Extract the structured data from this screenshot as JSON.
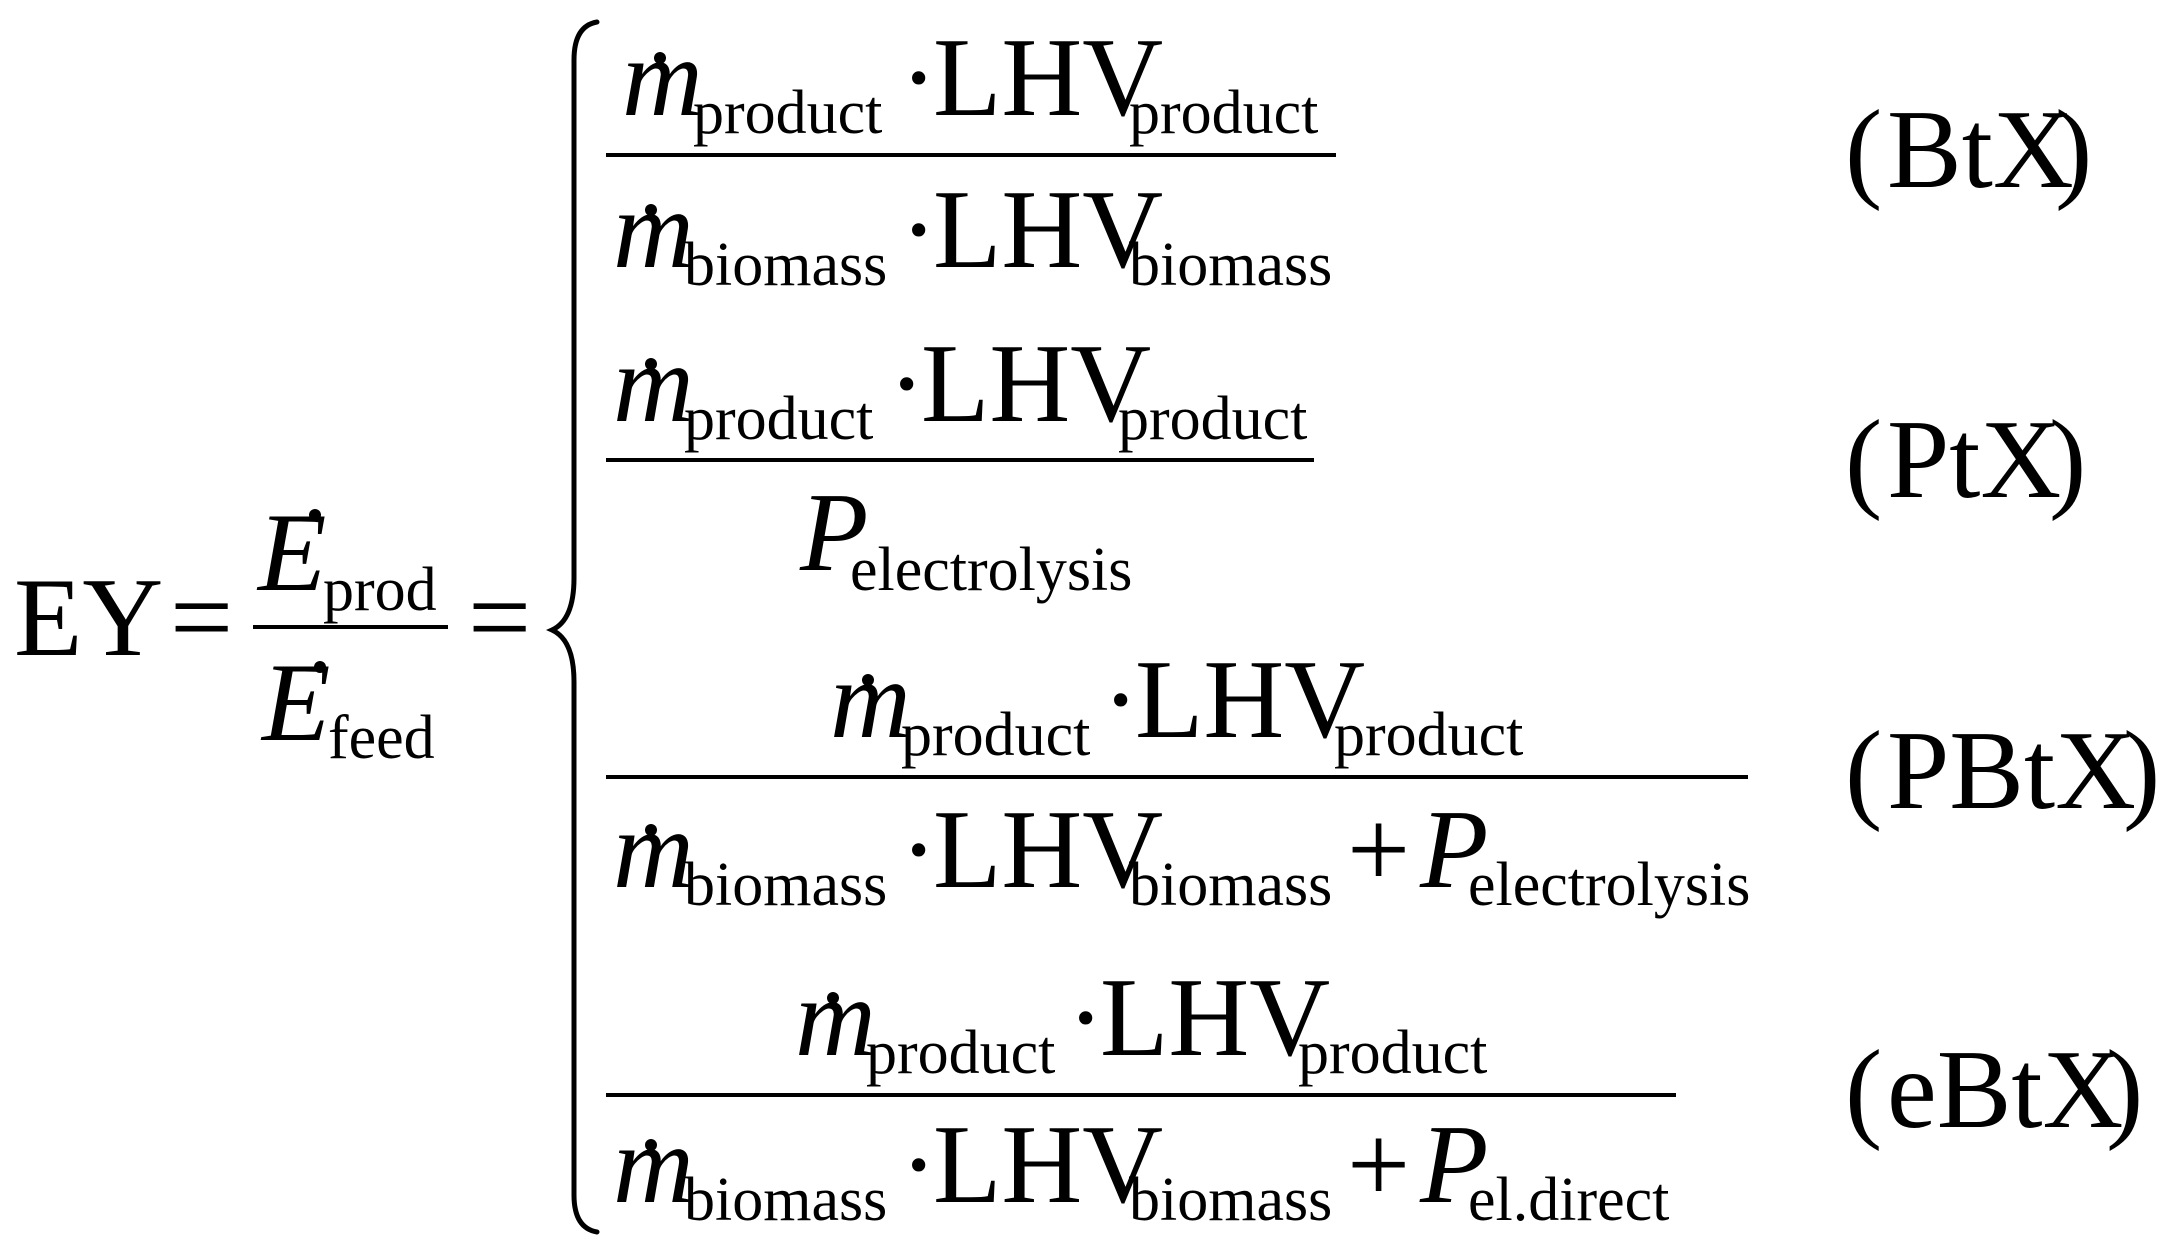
{
  "equation": {
    "lhs": "EY",
    "equals": "=",
    "ratio": {
      "num_symbol": "E",
      "num_sub": "prod",
      "den_symbol": "E",
      "den_sub": "feed"
    },
    "cases": [
      {
        "numerator": {
          "m": "m",
          "m_sub": "product",
          "dot": "·",
          "lhv": "LHV",
          "lhv_sub": "product"
        },
        "denominator": {
          "m": "m",
          "m_sub": "biomass",
          "dot": "·",
          "lhv": "LHV",
          "lhv_sub": "biomass"
        },
        "label": "BtX"
      },
      {
        "numerator": {
          "m": "m",
          "m_sub": "product",
          "dot": "·",
          "lhv": "LHV",
          "lhv_sub": "product"
        },
        "denominator": {
          "p": "P",
          "p_sub": "electrolysis"
        },
        "label": "PtX"
      },
      {
        "numerator": {
          "m": "m",
          "m_sub": "product",
          "dot": "·",
          "lhv": "LHV",
          "lhv_sub": "product"
        },
        "denominator": {
          "m": "m",
          "m_sub": "biomass",
          "dot": "·",
          "lhv": "LHV",
          "lhv_sub": "biomass",
          "plus": "+",
          "p": "P",
          "p_sub": "electrolysis"
        },
        "label": "PBtX"
      },
      {
        "numerator": {
          "m": "m",
          "m_sub": "product",
          "dot": "·",
          "lhv": "LHV",
          "lhv_sub": "product"
        },
        "denominator": {
          "m": "m",
          "m_sub": "biomass",
          "dot": "·",
          "lhv": "LHV",
          "lhv_sub": "biomass",
          "plus": "+",
          "p": "P",
          "p_sub": "el.direct"
        },
        "label": "eBtX"
      }
    ]
  }
}
